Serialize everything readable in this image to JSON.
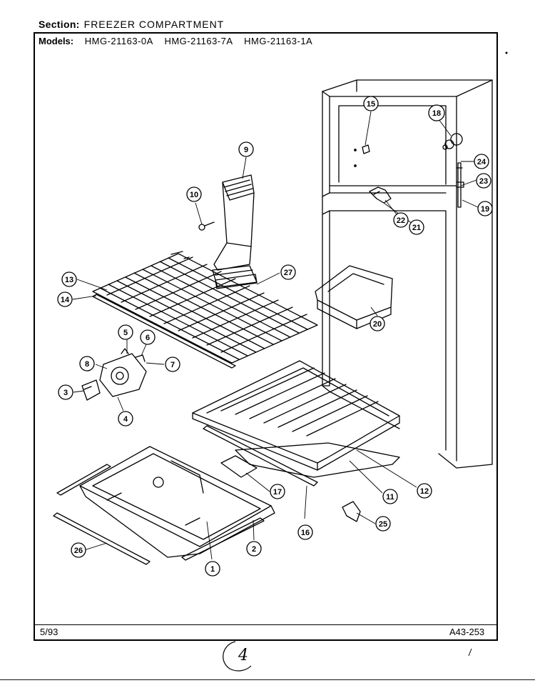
{
  "header": {
    "section_label": "Section:",
    "section_value": "FREEZER COMPARTMENT",
    "models_label": "Models:",
    "models": [
      "HMG-21163-0A",
      "HMG-21163-7A",
      "HMG-21163-1A"
    ]
  },
  "footer": {
    "date": "5/93",
    "doc_code": "A43-253"
  },
  "handwritten_mark": "4",
  "callouts": [
    "1",
    "2",
    "3",
    "4",
    "5",
    "6",
    "7",
    "8",
    "9",
    "10",
    "11",
    "12",
    "13",
    "14",
    "15",
    "16",
    "17",
    "18",
    "19",
    "20",
    "21",
    "22",
    "23",
    "24",
    "25",
    "26",
    "27"
  ]
}
